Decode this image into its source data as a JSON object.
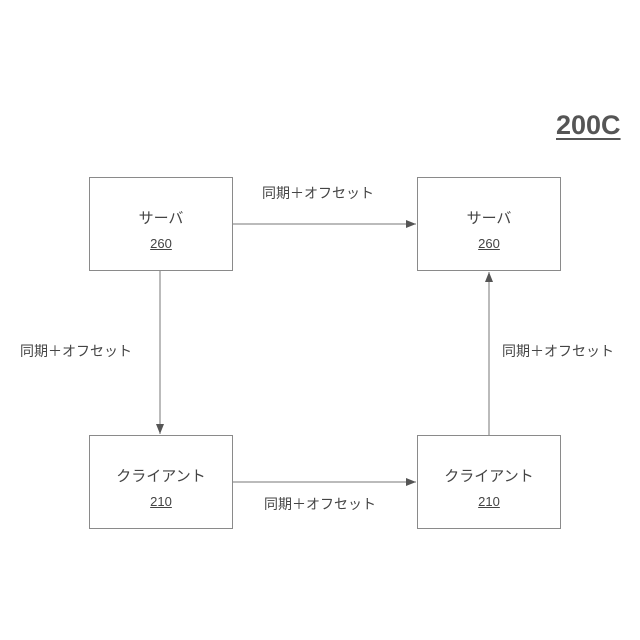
{
  "figure": {
    "label": "200C"
  },
  "nodes": {
    "server_left": {
      "name": "サーバ",
      "number": "260"
    },
    "server_right": {
      "name": "サーバ",
      "number": "260"
    },
    "client_left": {
      "name": "クライアント",
      "number": "210"
    },
    "client_right": {
      "name": "クライアント",
      "number": "210"
    }
  },
  "edges": {
    "top": {
      "label": "同期＋オフセット"
    },
    "left": {
      "label": "同期＋オフセット"
    },
    "right": {
      "label": "同期＋オフセット"
    },
    "bottom": {
      "label": "同期＋オフセット"
    }
  }
}
